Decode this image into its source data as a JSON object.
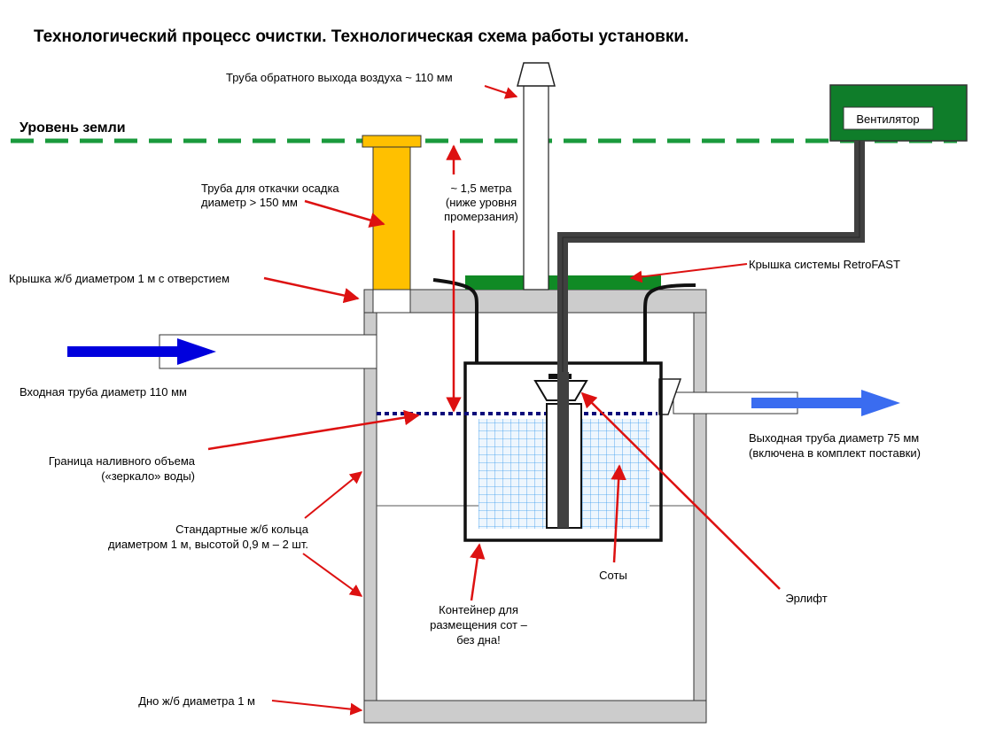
{
  "title": "Технологический процесс очистки. Технологическая схема работы установки.",
  "ground_level": "Уровень земли",
  "labels": {
    "air_return_pipe": "Труба обратного выхода воздуха ~ 110 мм",
    "fan": "Вентилятор",
    "sludge_pipe_line1": "Труба для откачки осадка",
    "sludge_pipe_line2": "диаметр > 150 мм",
    "depth_line1": "~ 1,5 метра",
    "depth_line2": "(ниже уровня",
    "depth_line3": "промерзания)",
    "concrete_lid": "Крышка ж/б диаметром 1  м    с отверстием",
    "retrofast_lid": "Крышка системы RetroFAST",
    "inlet_pipe": "Входная труба диаметр 110 мм",
    "outlet_pipe_line1": "Выходная труба диаметр 75 мм",
    "outlet_pipe_line2": "(включена в комплект поставки)",
    "fill_boundary_line1": "Граница наливного объема",
    "fill_boundary_line2": "(«зеркало» воды)",
    "rings_line1": "Стандартные ж/б кольца",
    "rings_line2": "диаметром 1  м,    высотой 0,9 м – 2 шт.",
    "honeycomb": "Соты",
    "airlift": "Эрлифт",
    "container_line1": "Контейнер для",
    "container_line2": "размещения сот –",
    "container_line3": "без дна!",
    "bottom": "Дно ж/б диаметра 1  м"
  },
  "colors": {
    "ground_line": "#1a9a3c",
    "concrete": "#cccccc",
    "sludge_pipe": "#ffc000",
    "retrofast_lid": "#108a25",
    "fan_box": "#0f7d2a",
    "dark_pipe": "#404040",
    "inlet_arrow": "#0000dd",
    "outlet_arrow": "#3a6cf0",
    "water_line": "#0a0a7a",
    "honeycomb_grid": "#3399ee",
    "pointer_arrow": "#dd1111"
  },
  "icons": {
    "inlet_flow": "arrow-right-icon",
    "outlet_flow": "arrow-right-icon",
    "pointer": "arrow-pointer-icon"
  }
}
